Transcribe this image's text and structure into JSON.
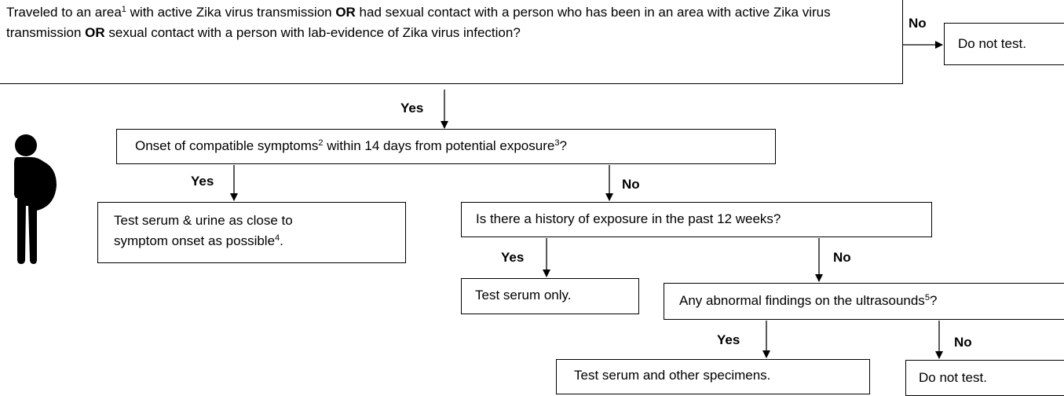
{
  "q1": {
    "part1": "Traveled to an area",
    "sup1": "1",
    "part2": " with active Zika virus transmission ",
    "or1": "OR",
    "part3": " had sexual contact with a person who has been in an area with active Zika virus transmission ",
    "or2": "OR",
    "part4": " sexual contact with a person with lab-evidence of Zika virus infection?"
  },
  "no_top_label": "No",
  "no_top_result": "Do not test.",
  "yes1_label": "Yes",
  "q2": {
    "part1": "Onset of compatible symptoms",
    "sup1": "2",
    "part2": " within 14 days from potential exposure",
    "sup2": "3",
    "part3": "?"
  },
  "yes2_label": "Yes",
  "no2_label": "No",
  "r1": {
    "line1": "Test serum & urine as close to",
    "line2": "symptom onset as possible",
    "sup": "4",
    "end": "."
  },
  "q3": "Is there a history of exposure in the past 12 weeks?",
  "yes3_label": "Yes",
  "no3_label": "No",
  "r2": "Test serum only.",
  "q4": {
    "part1": "Any abnormal findings on the ultrasounds",
    "sup": "5",
    "part2": "?"
  },
  "yes4_label": "Yes",
  "no4_label": "No",
  "r3": "Test serum and other specimens.",
  "r4": "Do not test.",
  "figure_icon": "pregnant-woman-icon"
}
